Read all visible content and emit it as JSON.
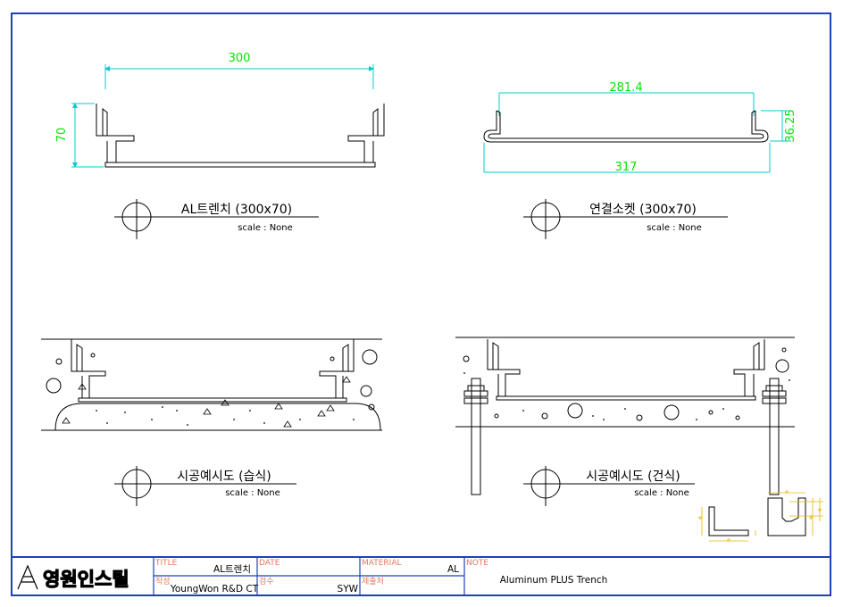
{
  "drawings": {
    "top_left": {
      "dim_width": "300",
      "dim_height": "70",
      "title": "AL트렌치 (300x70)",
      "scale": "scale : None"
    },
    "top_right": {
      "dim_top": "281.4",
      "dim_bottom": "317",
      "dim_height": "36.25",
      "title": "연결소켓 (300x70)",
      "scale": "scale : None"
    },
    "bottom_left": {
      "title": "시공예시도 (습식)",
      "scale": "scale : None"
    },
    "bottom_right": {
      "title": "시공예시도 (건식)",
      "scale": "scale : None"
    }
  },
  "title_block": {
    "logo": "영원인스틸",
    "title_label": "TITLE",
    "title_value": "AL트렌치",
    "author_label": "작성",
    "author_value": "YoungWon R&D CT",
    "date_label": "DATE",
    "date_value": "",
    "check_label": "검수",
    "check_value": "SYW",
    "material_label": "MATERIAL",
    "material_value": "AL",
    "submit_label": "제출처",
    "submit_value": "",
    "note_label": "NOTE",
    "note_value": "Aluminum PLUS Trench"
  },
  "colors": {
    "frame": "#1f3fbf",
    "dimension": "#00e600",
    "dimension_line": "#00cccc",
    "title_block_label": "#e07a5f",
    "detail_dim": "#e6b800"
  }
}
